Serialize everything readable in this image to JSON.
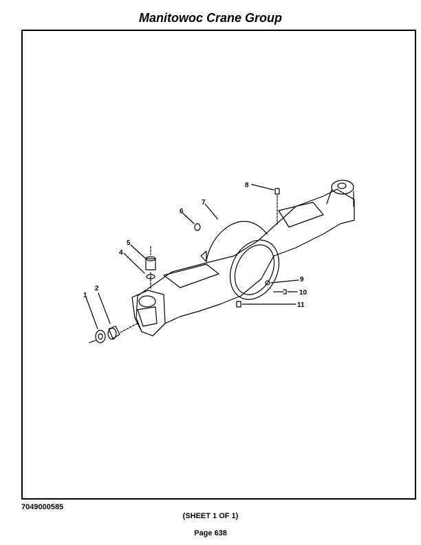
{
  "header": {
    "title": "Manitowoc Crane Group"
  },
  "figure": {
    "callouts": [
      "1",
      "2",
      "4",
      "5",
      "6",
      "7",
      "8",
      "9",
      "10",
      "11"
    ]
  },
  "footer": {
    "part_number": "7049000585",
    "sheet": "(SHEET 1 OF 1)",
    "page": "Page 638"
  }
}
